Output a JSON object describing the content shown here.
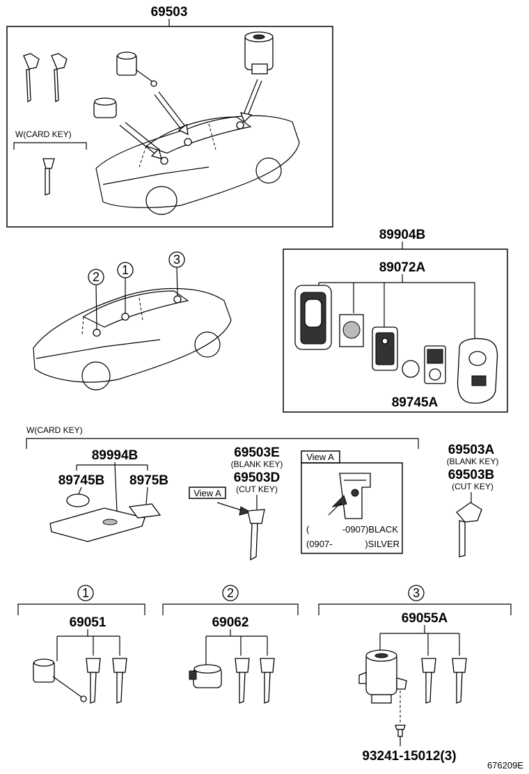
{
  "diagram": {
    "top": {
      "part_no": "69503",
      "card_key_label": "W(CARD KEY)"
    },
    "car_locations": {
      "callouts": [
        "1",
        "2",
        "3"
      ]
    },
    "smart_key": {
      "assembly_no": "89904B",
      "case_no": "89072A",
      "battery_no": "89745A"
    },
    "card_key": {
      "group_label": "W(CARD KEY)",
      "assembly_no": "89994B",
      "battery_no": "89745B",
      "sub_no": "8975B"
    },
    "key_e": {
      "part_blank": "69503E",
      "blank_label": "(BLANK KEY)",
      "part_cut": "69503D",
      "cut_label": "(CUT KEY)",
      "view_tag": "View A"
    },
    "view_a": {
      "title": "View A",
      "row1_paren": "(",
      "row1_code": "-0907)BLACK",
      "row2_code": "(0907-",
      "row2_color": ")SILVER"
    },
    "key_a": {
      "part_blank": "69503A",
      "blank_label": "(BLANK KEY)",
      "part_cut": "69503B",
      "cut_label": "(CUT KEY)"
    },
    "set1": {
      "callout": "1",
      "part_no": "69051"
    },
    "set2": {
      "callout": "2",
      "part_no": "69062"
    },
    "set3": {
      "callout": "3",
      "part_no": "69055A",
      "bolt_no": "93241-15012(3)"
    },
    "figure_code": "676209E"
  }
}
